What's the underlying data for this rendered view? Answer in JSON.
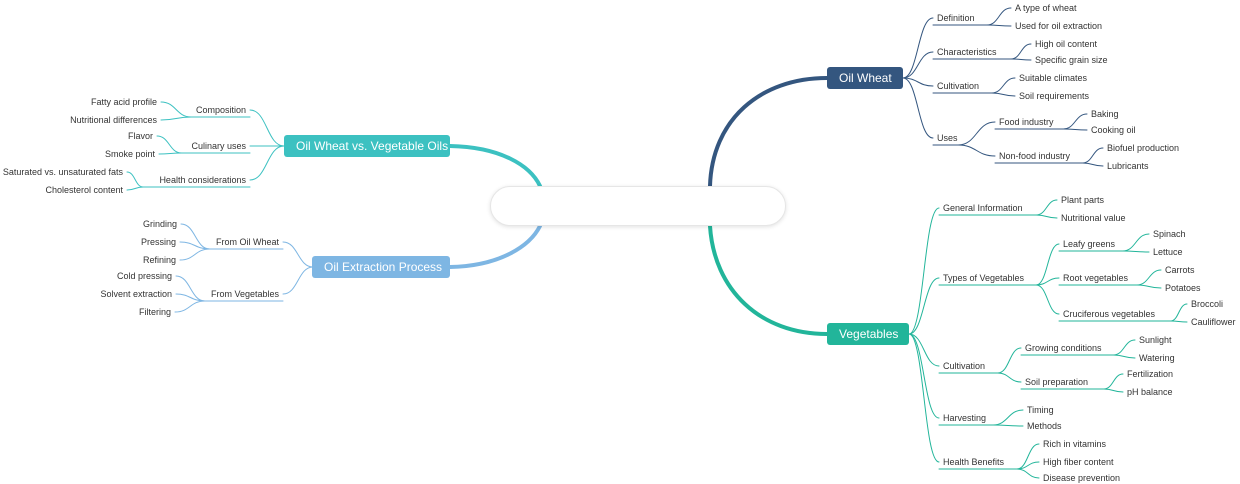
{
  "root": {
    "title": ""
  },
  "branches": {
    "oil_wheat": {
      "label": "Oil Wheat",
      "color": "#34567f",
      "children": [
        {
          "label": "Definition",
          "children": [
            {
              "label": "A type of wheat"
            },
            {
              "label": "Used for oil extraction"
            }
          ]
        },
        {
          "label": "Characteristics",
          "children": [
            {
              "label": "High oil content"
            },
            {
              "label": "Specific grain size"
            }
          ]
        },
        {
          "label": "Cultivation",
          "children": [
            {
              "label": "Suitable climates"
            },
            {
              "label": "Soil requirements"
            }
          ]
        },
        {
          "label": "Uses",
          "children": [
            {
              "label": "Food industry",
              "children": [
                {
                  "label": "Baking"
                },
                {
                  "label": "Cooking oil"
                }
              ]
            },
            {
              "label": "Non-food industry",
              "children": [
                {
                  "label": "Biofuel production"
                },
                {
                  "label": "Lubricants"
                }
              ]
            }
          ]
        }
      ]
    },
    "vegetables": {
      "label": "Vegetables",
      "color": "#22b59a",
      "children": [
        {
          "label": "General Information",
          "children": [
            {
              "label": "Plant parts"
            },
            {
              "label": "Nutritional value"
            }
          ]
        },
        {
          "label": "Types of Vegetables",
          "children": [
            {
              "label": "Leafy greens",
              "children": [
                {
                  "label": "Spinach"
                },
                {
                  "label": "Lettuce"
                }
              ]
            },
            {
              "label": "Root vegetables",
              "children": [
                {
                  "label": "Carrots"
                },
                {
                  "label": "Potatoes"
                }
              ]
            },
            {
              "label": "Cruciferous vegetables",
              "children": [
                {
                  "label": "Broccoli"
                },
                {
                  "label": "Cauliflower"
                }
              ]
            }
          ]
        },
        {
          "label": "Cultivation",
          "children": [
            {
              "label": "Growing conditions",
              "children": [
                {
                  "label": "Sunlight"
                },
                {
                  "label": "Watering"
                }
              ]
            },
            {
              "label": "Soil preparation",
              "children": [
                {
                  "label": "Fertilization"
                },
                {
                  "label": "pH balance"
                }
              ]
            }
          ]
        },
        {
          "label": "Harvesting",
          "children": [
            {
              "label": "Timing"
            },
            {
              "label": "Methods"
            }
          ]
        },
        {
          "label": "Health Benefits",
          "children": [
            {
              "label": "Rich in vitamins"
            },
            {
              "label": "High fiber content"
            },
            {
              "label": "Disease prevention"
            }
          ]
        }
      ]
    },
    "comparison": {
      "label": "Oil Wheat vs. Vegetable Oils",
      "color": "#3cc1c1",
      "children": [
        {
          "label": "Composition",
          "children": [
            {
              "label": "Fatty acid profile"
            },
            {
              "label": "Nutritional differences"
            }
          ]
        },
        {
          "label": "Culinary uses",
          "children": [
            {
              "label": "Flavor"
            },
            {
              "label": "Smoke point"
            }
          ]
        },
        {
          "label": "Health considerations",
          "children": [
            {
              "label": "Saturated vs. unsaturated fats"
            },
            {
              "label": "Cholesterol content"
            }
          ]
        }
      ]
    },
    "extraction": {
      "label": "Oil Extraction Process",
      "color": "#7eb6e3",
      "children": [
        {
          "label": "From Oil Wheat",
          "children": [
            {
              "label": "Grinding"
            },
            {
              "label": "Pressing"
            },
            {
              "label": "Refining"
            }
          ]
        },
        {
          "label": "From Vegetables",
          "children": [
            {
              "label": "Cold pressing"
            },
            {
              "label": "Solvent extraction"
            },
            {
              "label": "Filtering"
            }
          ]
        }
      ]
    }
  }
}
